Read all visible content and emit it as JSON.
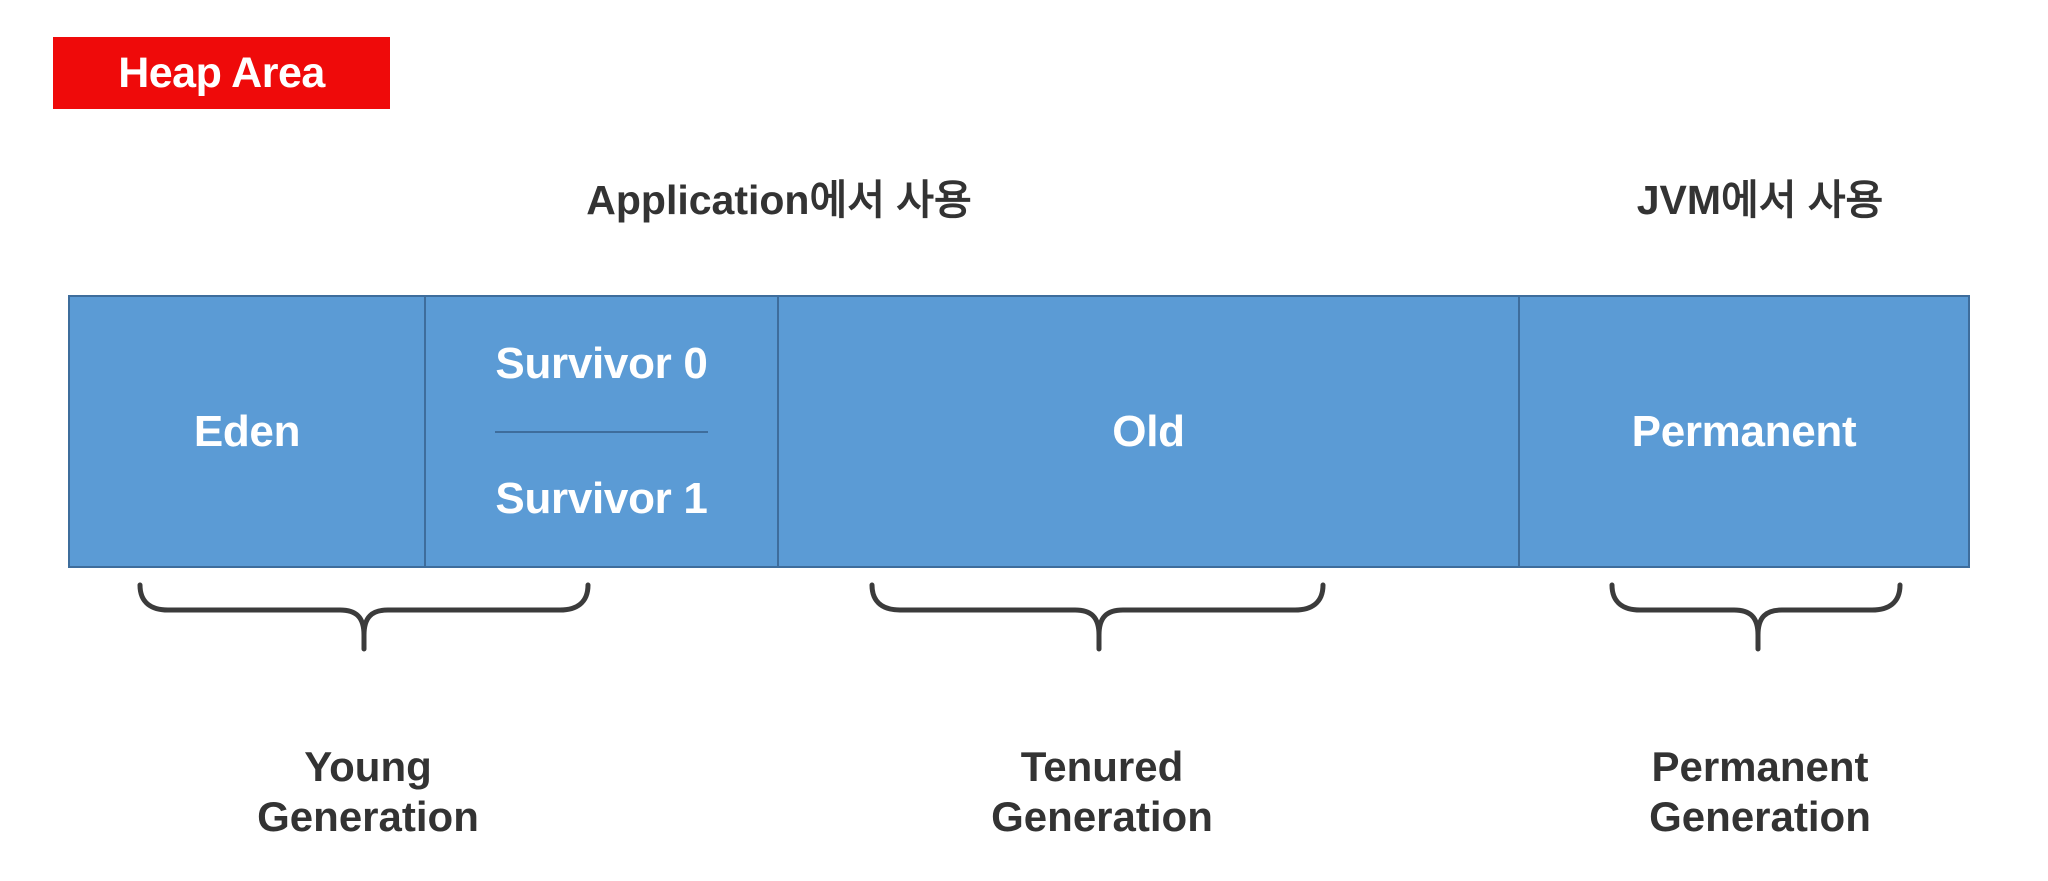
{
  "badge": {
    "label": "Heap Area",
    "background_color": "#EF0A0A",
    "text_color": "#FFFFFF"
  },
  "annotations": {
    "application_usage": "Application에서 사용",
    "jvm_usage": "JVM에서 사용"
  },
  "memory_bar": {
    "fill_color": "#5B9BD5",
    "border_color": "#3E6D9C",
    "label_color": "#FFFFFF",
    "regions": [
      {
        "name": "Eden",
        "label": "Eden"
      },
      {
        "name": "Survivors",
        "cells": [
          {
            "label": "Survivor 0"
          },
          {
            "label": "Survivor 1"
          }
        ]
      },
      {
        "name": "Old",
        "label": "Old"
      },
      {
        "name": "Permanent",
        "label": "Permanent"
      }
    ]
  },
  "generations": [
    {
      "id": "young",
      "line1": "Young",
      "line2": "Generation"
    },
    {
      "id": "tenured",
      "line1": "Tenured",
      "line2": "Generation"
    },
    {
      "id": "permanent",
      "line1": "Permanent",
      "line2": "Generation"
    }
  ]
}
